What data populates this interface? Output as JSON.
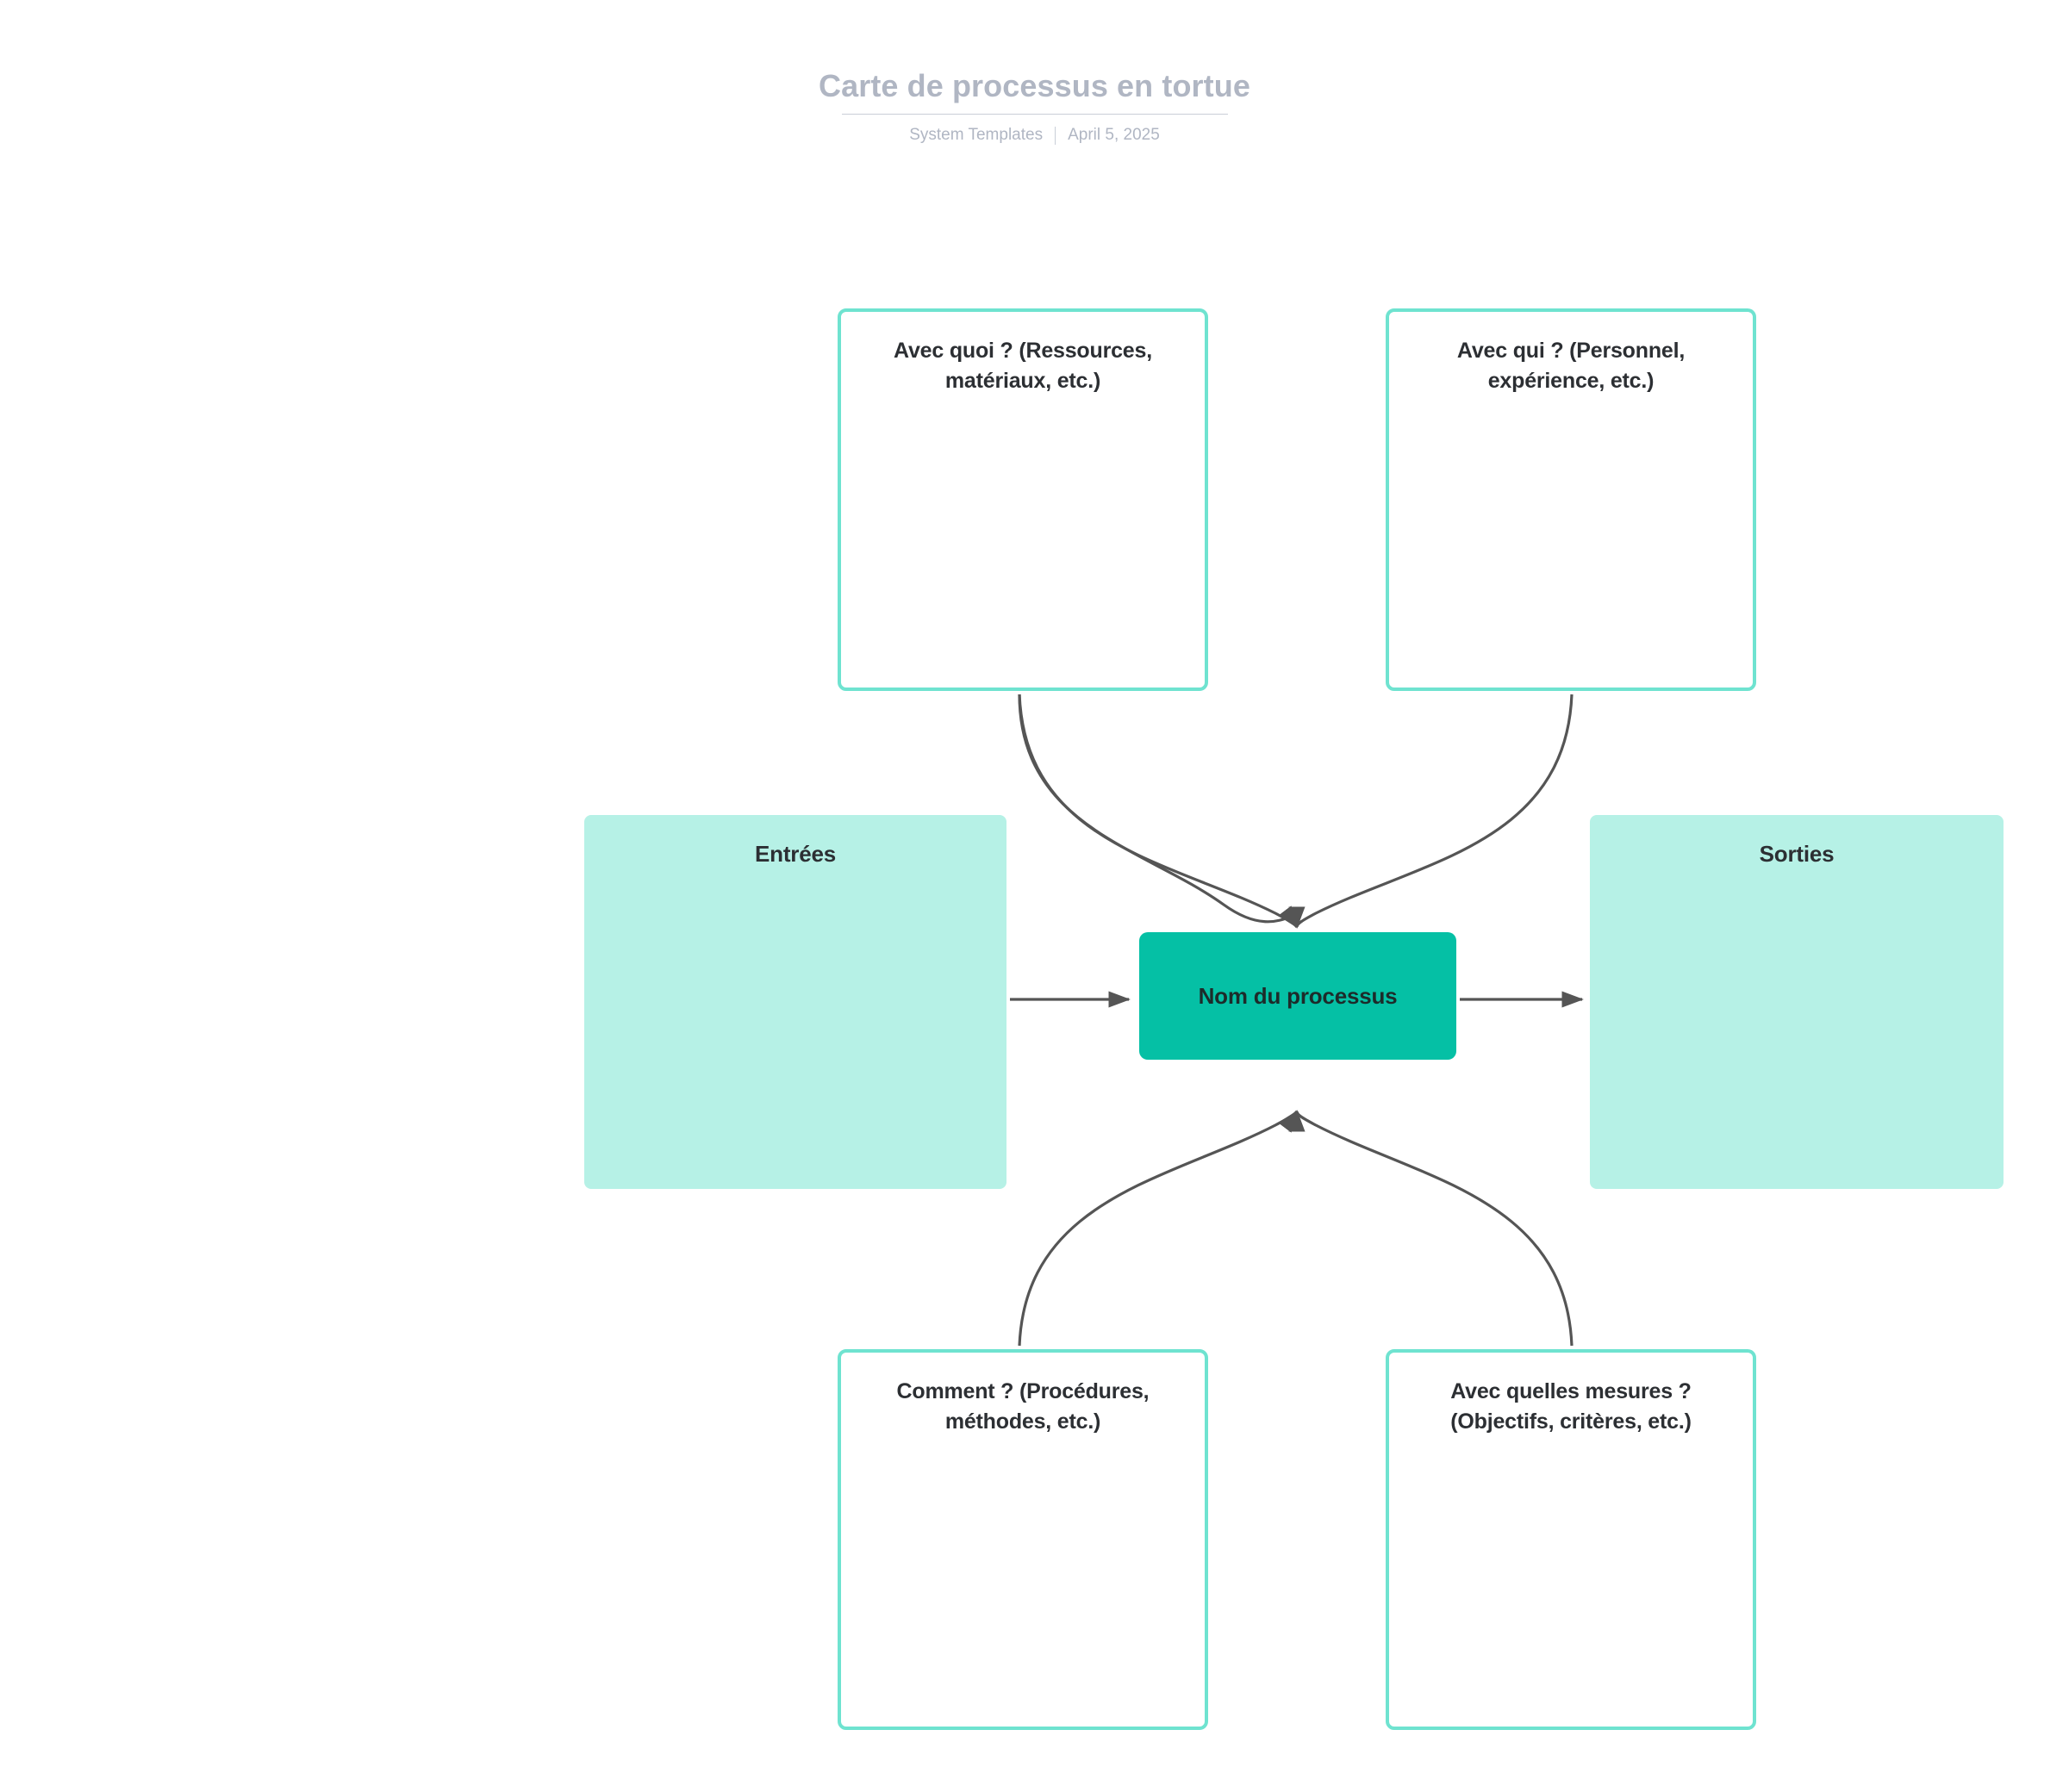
{
  "header": {
    "title": "Carte de processus en tortue",
    "source": "System Templates",
    "date": "April 5, 2025"
  },
  "colors": {
    "card_border": "#6fe3d0",
    "panel_fill": "#b6f1e6",
    "process_fill": "#05c0a5",
    "edge_stroke": "#555555",
    "title_text": "#b0b6c3",
    "node_text": "#2c2f33",
    "background": "#ffffff"
  },
  "diagram": {
    "type": "turtle-process-map",
    "nodes": [
      {
        "id": "card-tl",
        "label": "Avec quoi ? (Ressources, matériaux, etc.)",
        "style": "outline-card"
      },
      {
        "id": "card-tr",
        "label": "Avec qui ? (Personnel, expérience, etc.)",
        "style": "outline-card"
      },
      {
        "id": "panel-inputs",
        "label": "Entrées",
        "style": "filled-panel"
      },
      {
        "id": "process",
        "label": "Nom du processus",
        "style": "process-box"
      },
      {
        "id": "panel-outputs",
        "label": "Sorties",
        "style": "filled-panel"
      },
      {
        "id": "card-bl",
        "label": "Comment ? (Procédures, méthodes, etc.)",
        "style": "outline-card"
      },
      {
        "id": "card-br",
        "label": "Avec quelles mesures ? (Objectifs, critères, etc.)",
        "style": "outline-card"
      }
    ],
    "edges": [
      {
        "from": "card-tl",
        "to": "process",
        "shape": "curve",
        "arrow": "end"
      },
      {
        "from": "card-tr",
        "to": "process",
        "shape": "curve",
        "arrow": "end"
      },
      {
        "from": "panel-inputs",
        "to": "process",
        "shape": "straight",
        "arrow": "end"
      },
      {
        "from": "process",
        "to": "panel-outputs",
        "shape": "straight",
        "arrow": "end"
      },
      {
        "from": "card-bl",
        "to": "process",
        "shape": "curve",
        "arrow": "end"
      },
      {
        "from": "card-br",
        "to": "process",
        "shape": "curve",
        "arrow": "end"
      }
    ]
  }
}
